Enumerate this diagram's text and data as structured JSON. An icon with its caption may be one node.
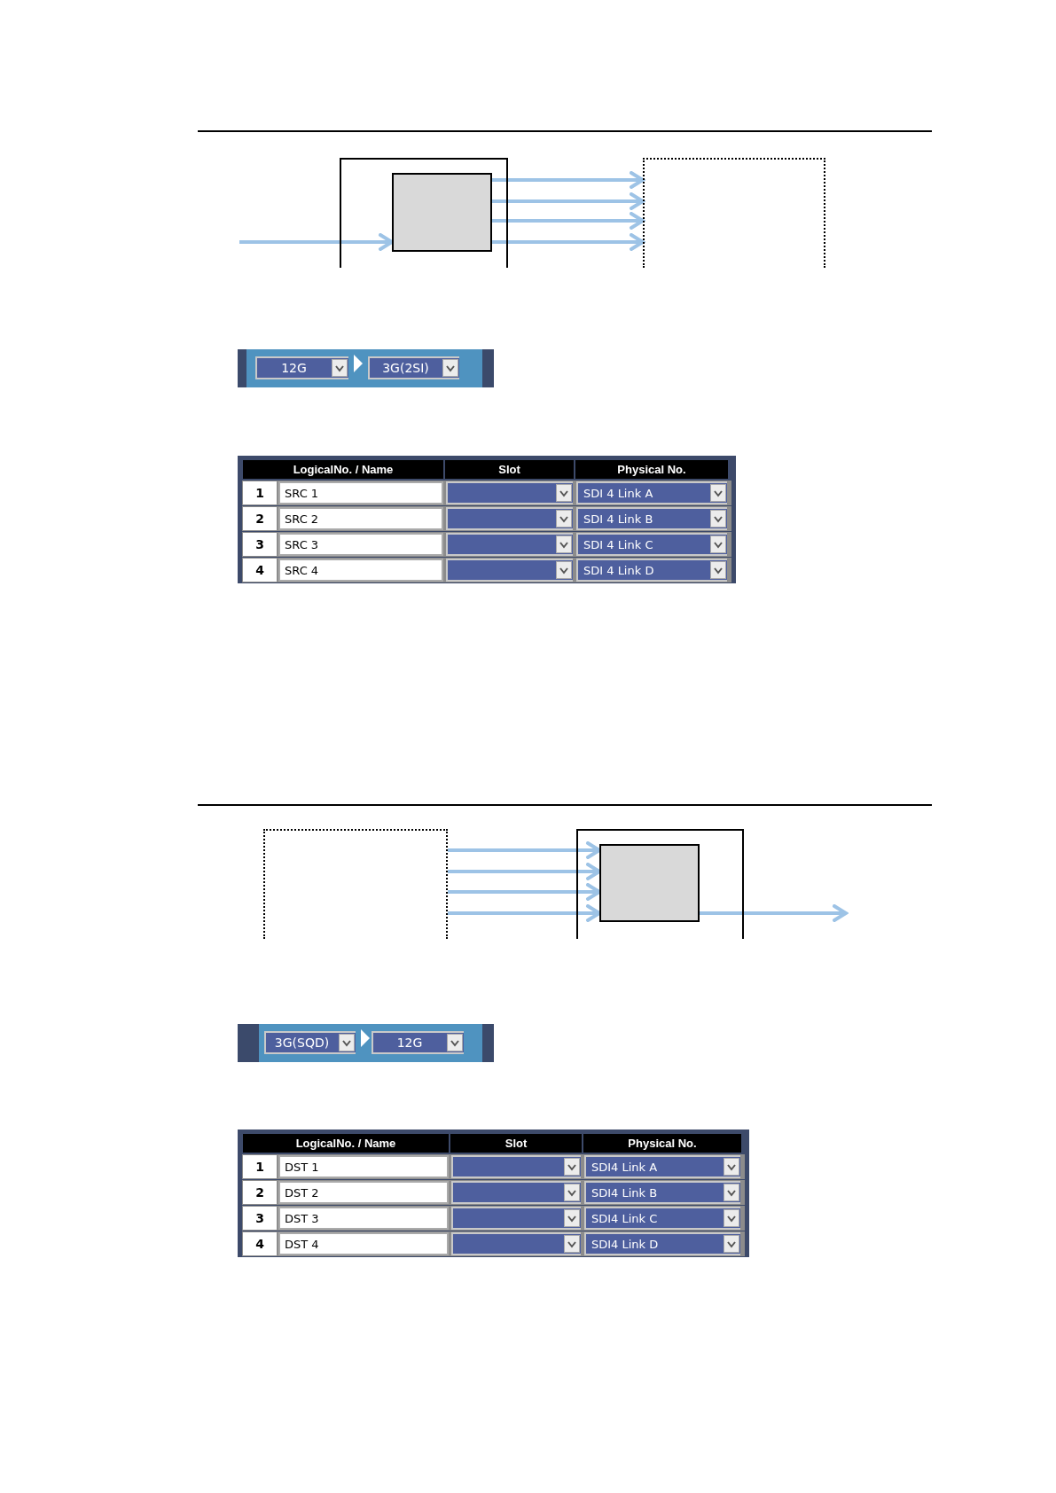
{
  "diagram": {
    "nodes": [
      {
        "text": [],
        "shape": "box"
      },
      {
        "text": [],
        "shape": "box",
        "in": 0
      },
      {
        "text": [],
        "shape": "box"
      },
      {
        "text": [],
        "shape": "box"
      },
      {
        "text": [],
        "shape": "box"
      },
      {
        "text": [],
        "shape": "box",
        "in": 4
      }
    ],
    "edges": [
      {
        "from": null,
        "to": 1,
        "arrow": "to"
      },
      {
        "from": 1,
        "to": 2,
        "arrow": "to"
      },
      {
        "from": 1,
        "to": 2,
        "arrow": "to"
      },
      {
        "from": 1,
        "to": 2,
        "arrow": "to"
      },
      {
        "from": 1,
        "to": 2,
        "arrow": "to"
      },
      {
        "from": 3,
        "to": 5,
        "arrow": "to"
      },
      {
        "from": 3,
        "to": 5,
        "arrow": "to"
      },
      {
        "from": 3,
        "to": 5,
        "arrow": "to"
      },
      {
        "from": 3,
        "to": 5,
        "arrow": "to"
      },
      {
        "from": 5,
        "to": null,
        "arrow": "to"
      }
    ],
    "labels": [
      "12G",
      "3G(2SI)",
      "LogicalNo. / Name",
      "Slot",
      "Physical No.",
      "1",
      "SRC 1",
      "SDI 4 Link A",
      "2",
      "SRC 2",
      "SDI 4 Link B",
      "3",
      "SRC 3",
      "SDI 4 Link C",
      "4",
      "SRC 4",
      "SDI 4 Link D",
      "3G(SQD)",
      "12G",
      "LogicalNo. / Name",
      "Slot",
      "Physical No.",
      "1",
      "DST 1",
      "SDI4 Link A",
      "2",
      "DST 2",
      "SDI4 Link B",
      "3",
      "DST 3",
      "SDI4 Link C",
      "4",
      "DST 4",
      "SDI4 Link D"
    ]
  }
}
